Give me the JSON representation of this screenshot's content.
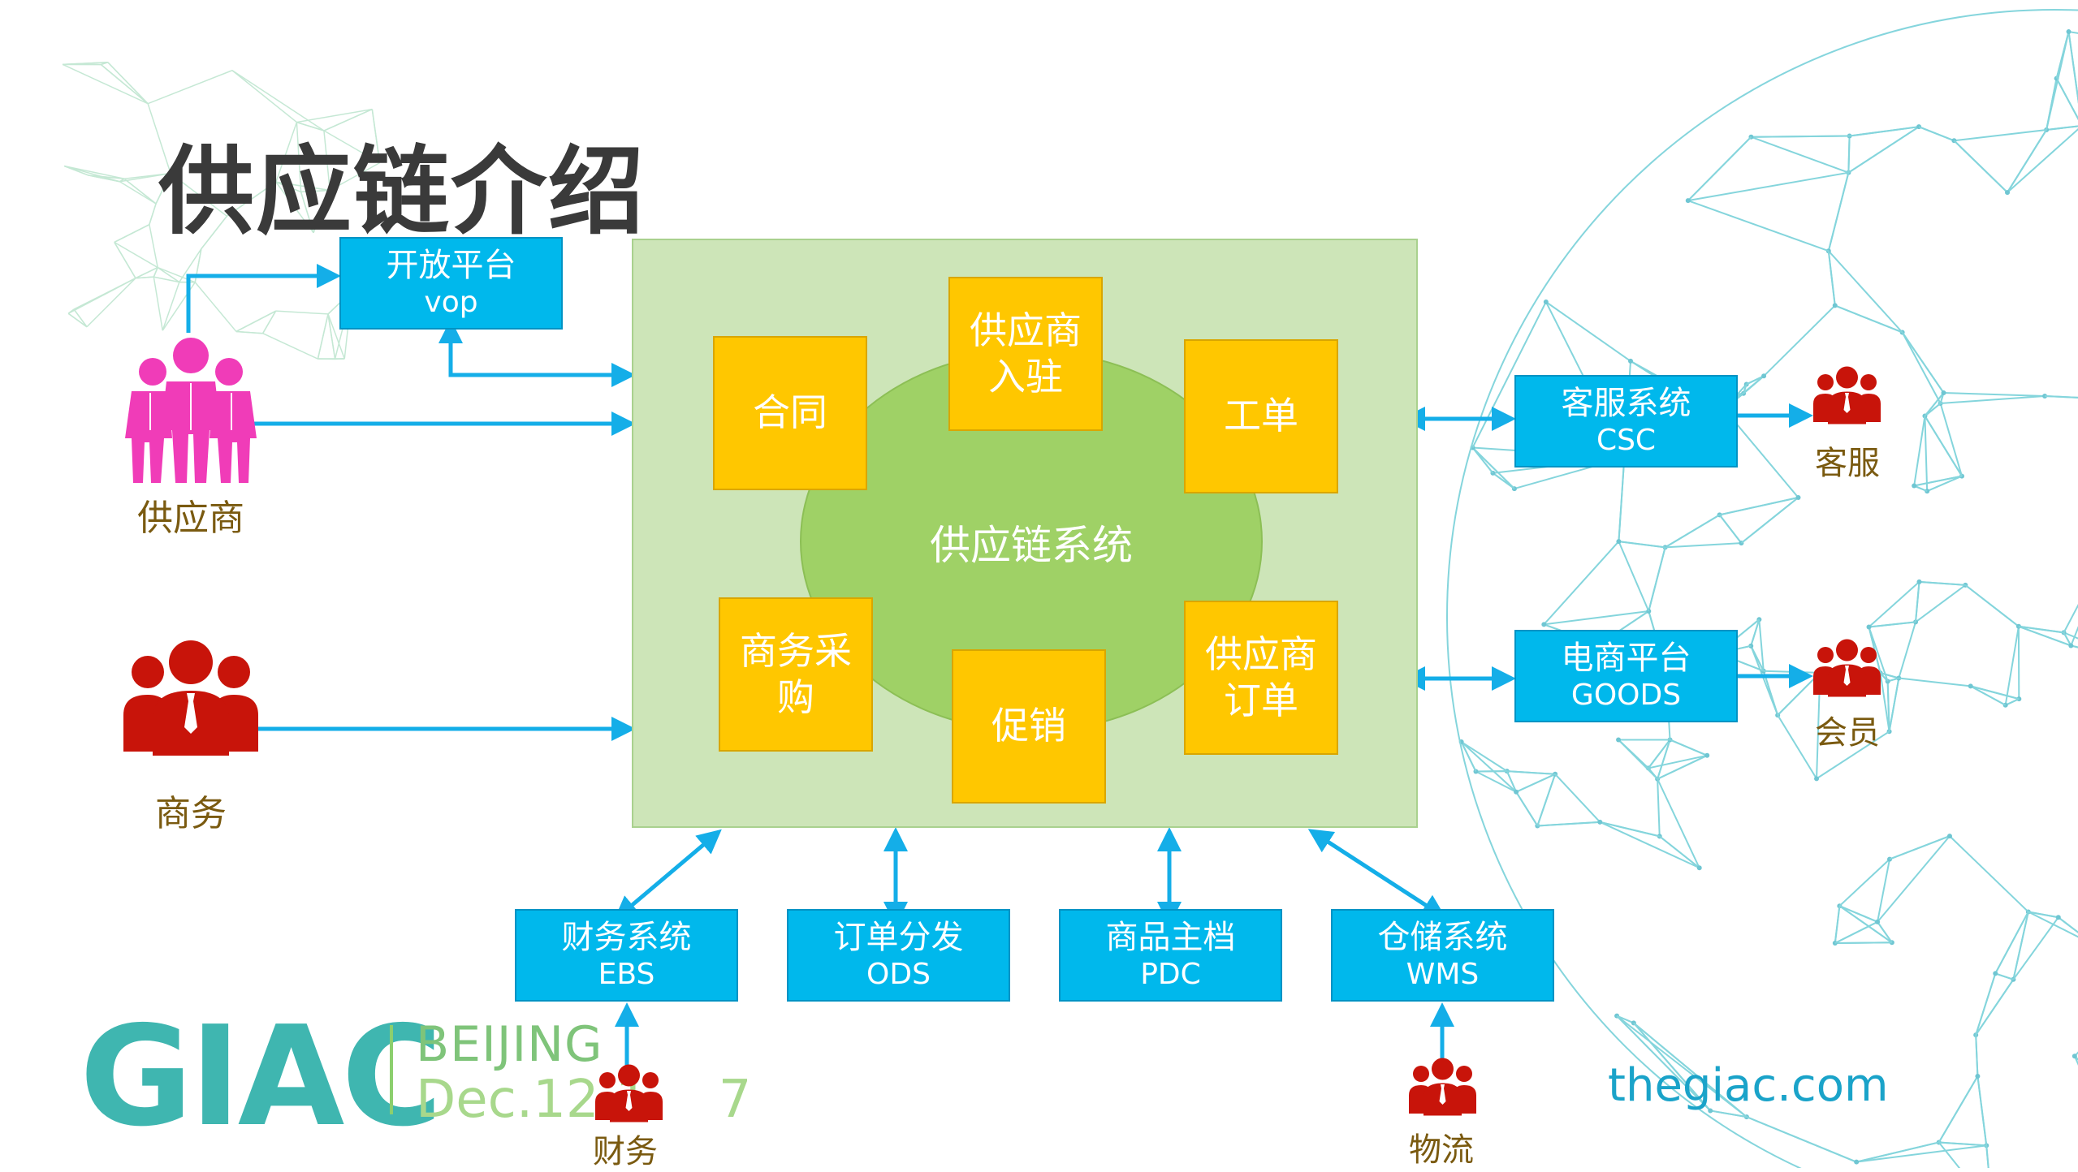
{
  "title": "供应链介绍",
  "core": {
    "label": "供应链系统"
  },
  "modules": {
    "supplier_entry": "供应商入驻",
    "contract": "合同",
    "work_order": "工单",
    "business_purchase": "商务采购",
    "promotion": "促销",
    "supplier_order": "供应商订单"
  },
  "systems": {
    "vop": {
      "name": "开放平台",
      "code": "vop"
    },
    "csc": {
      "name": "客服系统",
      "code": "CSC"
    },
    "goods": {
      "name": "电商平台",
      "code": "GOODS"
    },
    "ebs": {
      "name": "财务系统",
      "code": "EBS"
    },
    "ods": {
      "name": "订单分发",
      "code": "ODS"
    },
    "pdc": {
      "name": "商品主档",
      "code": "PDC"
    },
    "wms": {
      "name": "仓储系统",
      "code": "WMS"
    }
  },
  "actors": {
    "supplier": "供应商",
    "business": "商务",
    "customer_service": "客服",
    "member": "会员",
    "finance": "财务",
    "logistics": "物流"
  },
  "footer": {
    "brand": "GIAC",
    "city": "BEIJING",
    "date": "Dec.12.1",
    "date_tail": "7",
    "site": "thegiac.com"
  },
  "colors": {
    "panel": "#cde5b8",
    "core": "#9fd166",
    "module": "#ffc700",
    "system": "#00b8ec",
    "arrow": "#14aee8",
    "supplier_icon": "#f03cb8",
    "people_icon": "#c8140a",
    "label": "#7a5a10"
  },
  "icons": {
    "supplier": "group-people-pink-icon",
    "business": "group-people-red-icon",
    "customer_service": "group-people-red-icon",
    "member": "group-people-red-icon",
    "finance": "group-people-red-icon",
    "logistics": "group-people-red-icon"
  }
}
